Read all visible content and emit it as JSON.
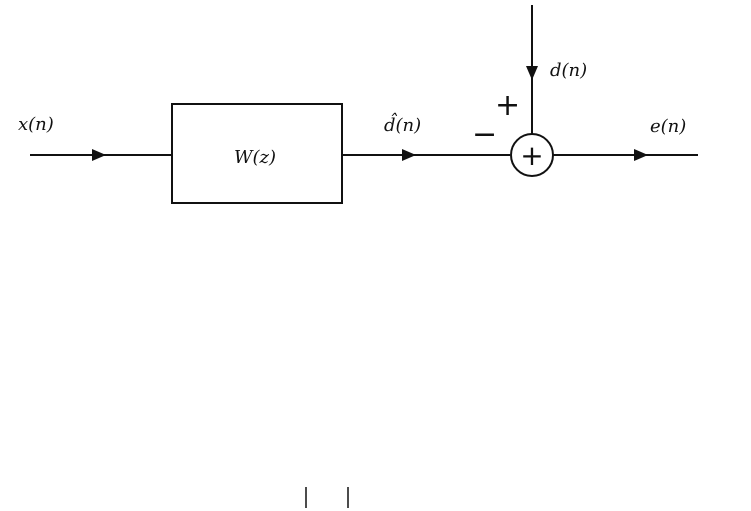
{
  "diagram": {
    "input_label": "x(n)",
    "block_label": "W(z)",
    "estimate_label": "d̂(n)",
    "desired_label": "d(n)",
    "output_label": "e(n)",
    "plus_sign": "+",
    "minus_sign": "−",
    "sum_symbol": "+"
  }
}
